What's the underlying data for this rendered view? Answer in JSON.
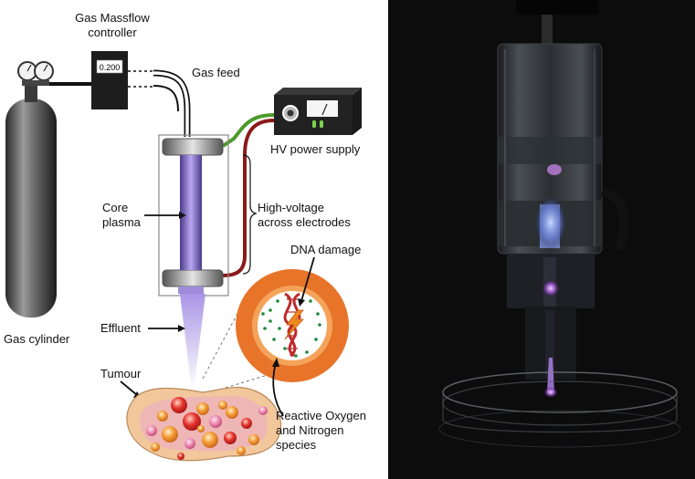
{
  "diagram": {
    "labels": {
      "gas_massflow_line1": "Gas Massflow",
      "gas_massflow_line2": "controller",
      "controller_display": "0.200",
      "gas_feed": "Gas feed",
      "hv_power_supply": "HV power supply",
      "core_plasma_line1": "Core",
      "core_plasma_line2": "plasma",
      "high_voltage_line1": "High-voltage",
      "high_voltage_line2": "across electrodes",
      "dna_damage": "DNA damage",
      "effluent": "Effluent",
      "gas_cylinder": "Gas cylinder",
      "tumour": "Tumour",
      "reactive_line1": "Reactive Oxygen",
      "reactive_line2": "and Nitrogen",
      "reactive_line3": "species"
    },
    "colors": {
      "plasma": "#8a6fc9",
      "ring": "#e8742a",
      "dna": "#c0282b",
      "species": "#1e8a3c",
      "tumour_fill": "#f1c79b",
      "hv_green": "#4c9a2a",
      "hv_red": "#8b1a1a"
    }
  },
  "photo": {
    "description_icons": [
      "plasma-jet-tube",
      "petri-dish"
    ]
  }
}
